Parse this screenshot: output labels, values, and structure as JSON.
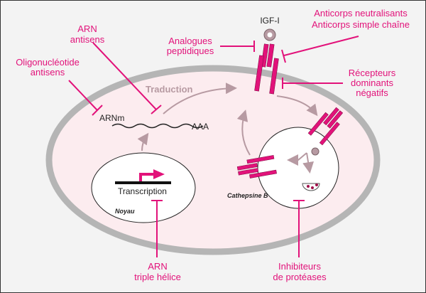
{
  "labels": {
    "arn_antisens": [
      "ARN",
      "antisens"
    ],
    "oligo": [
      "Oligonucléotide",
      "antisens"
    ],
    "analogues": [
      "Analogues",
      "peptidiques"
    ],
    "igf": "IGF-I",
    "anticorps": [
      "Anticorps neutralisants",
      "Anticorps simple chaîne"
    ],
    "recepteurs": [
      "Récepteurs",
      "dominants",
      "négatifs"
    ],
    "traduction": "Traduction",
    "arnm": "ARNm",
    "aaa": "AAA",
    "transcription": "Transcription",
    "noyau": "Noyau",
    "cathepsine": "Cathepsine B",
    "triple": [
      "ARN",
      "triple hélice"
    ],
    "inhibiteurs": [
      "Inhibiteurs",
      "de protéases"
    ]
  },
  "colors": {
    "accent": "#e2127a",
    "membrane": "#b5b5b5",
    "cytoplasm": "#fcecef",
    "arrow": "#b79aa2"
  }
}
